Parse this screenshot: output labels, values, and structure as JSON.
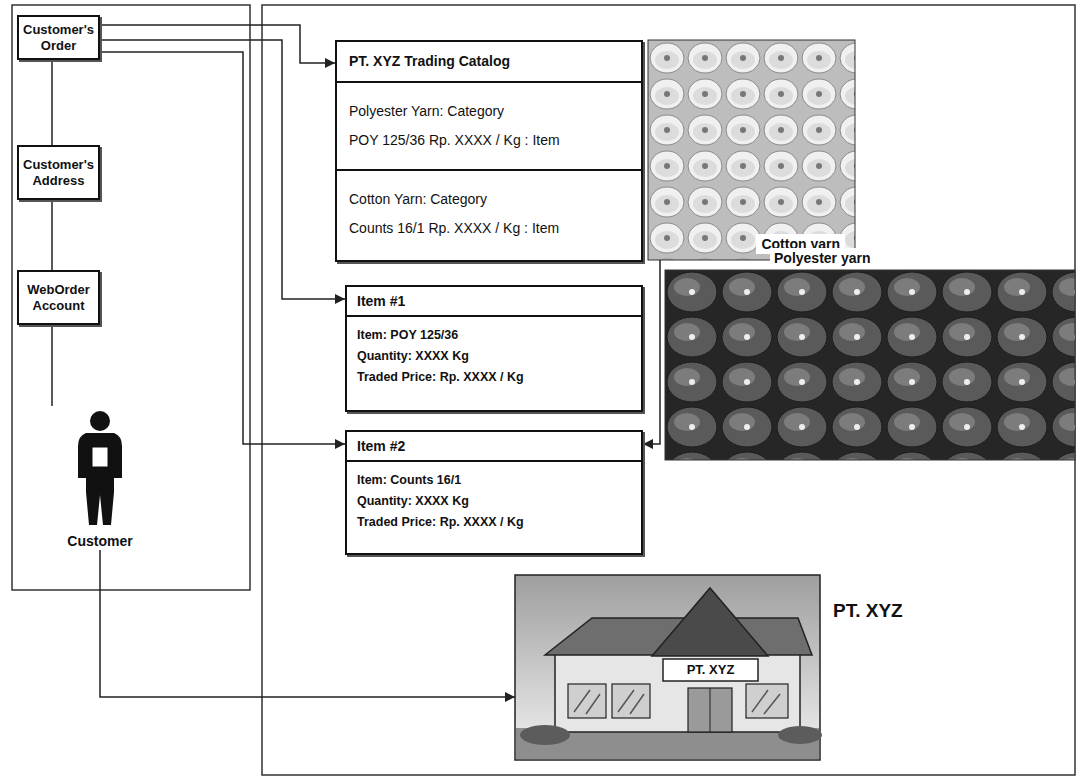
{
  "diagram": {
    "nodes": [
      {
        "text": [
          "Customer's Order"
        ]
      },
      {
        "text": [
          "Customer's Address"
        ]
      },
      {
        "text": [
          "WebOrder Account"
        ]
      },
      {
        "text": [
          "Customer"
        ]
      },
      {
        "text": [
          "PT. XYZ Trading Catalog",
          "Polyester Yarn: Category",
          "POY 125/36 Rp. XXXX / Kg : Item",
          "Cotton Yarn: Category",
          "Counts 16/1 Rp. XXXX / Kg : Item"
        ]
      },
      {
        "text": [
          "Cotton yarn"
        ]
      },
      {
        "text": [
          "Item #1",
          "Item: POY 125/36",
          "Quantity: XXXX Kg",
          "Traded Price: Rp. XXXX / Kg"
        ]
      },
      {
        "text": [
          "Polyester yarn"
        ]
      },
      {
        "text": [
          "Item #2",
          "Item: Counts 16/1",
          "Quantity: XXXX Kg",
          "Traded Price: Rp. XXXX / Kg"
        ]
      },
      {
        "text": [
          "PT. XYZ"
        ]
      }
    ],
    "edges": [
      {
        "from": 0,
        "to": 1,
        "arrow": "none"
      },
      {
        "from": 1,
        "to": 2,
        "arrow": "none"
      },
      {
        "from": 2,
        "to": 3,
        "arrow": "none"
      },
      {
        "from": 0,
        "to": 4,
        "arrow": "to"
      },
      {
        "from": 0,
        "to": 6,
        "arrow": "to"
      },
      {
        "from": 0,
        "to": 8,
        "arrow": "to"
      },
      {
        "from": 3,
        "to": 9,
        "arrow": "to"
      },
      {
        "from": 5,
        "to": 8,
        "arrow": "to"
      }
    ],
    "labels": [
      "PT. XYZ"
    ]
  }
}
